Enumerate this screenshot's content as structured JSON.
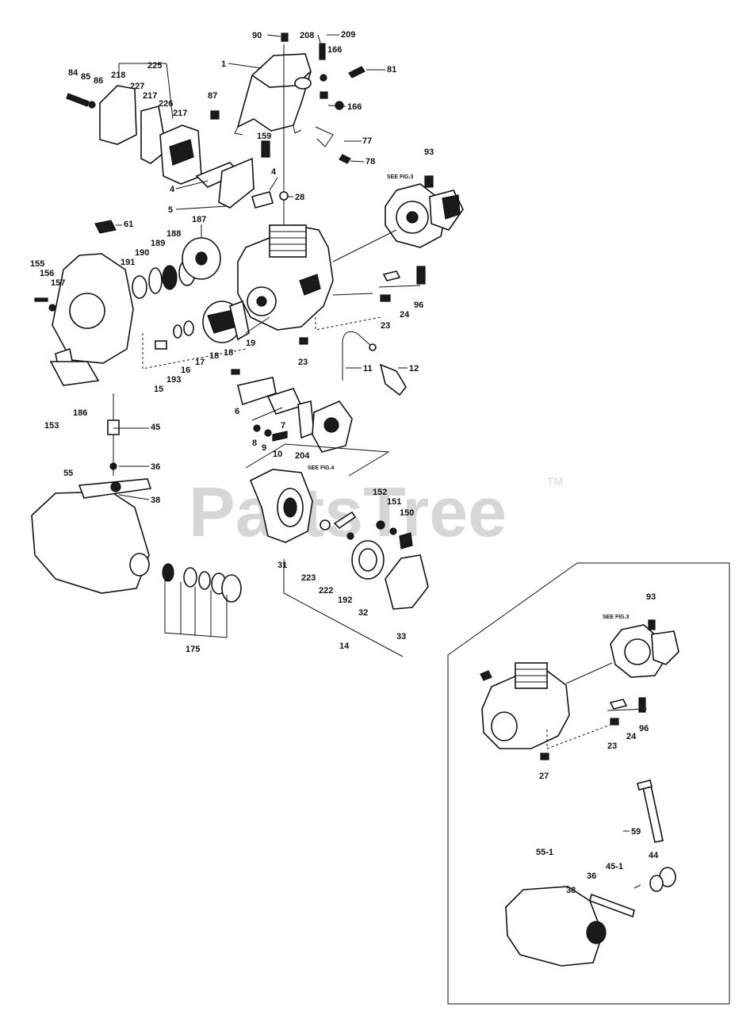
{
  "watermark": {
    "text": "PartsTree",
    "trademark": "TM"
  },
  "notes": {
    "fig3_main": "SEE FIG.3",
    "fig4": "SEE FIG.4",
    "fig3_inset": "SEE FIG.3"
  },
  "callouts": {
    "c90": "90",
    "c208": "208",
    "c209": "209",
    "c166a": "166",
    "c81": "81",
    "c1": "1",
    "c166b": "166",
    "c84": "84",
    "c85": "85",
    "c86": "86",
    "c218": "218",
    "c225": "225",
    "c227": "227",
    "c217a": "217",
    "c226": "226",
    "c217b": "217",
    "c87": "87",
    "c77": "77",
    "c78": "78",
    "c159": "159",
    "c93": "93",
    "c4a": "4",
    "c4b": "4",
    "c28": "28",
    "c5": "5",
    "c187": "187",
    "c61": "61",
    "c188": "188",
    "c189": "189",
    "c190": "190",
    "c191": "191",
    "c155": "155",
    "c156": "156",
    "c157": "157",
    "c96": "96",
    "c24": "24",
    "c23a": "23",
    "c19": "19",
    "c18a": "18",
    "c18b": "18",
    "c17": "17",
    "c16": "16",
    "c193": "193",
    "c15": "15",
    "c23b": "23",
    "c11": "11",
    "c12": "12",
    "c153": "153",
    "c186": "186",
    "c6": "6",
    "c7": "7",
    "c204": "204",
    "c8": "8",
    "c9": "9",
    "c10": "10",
    "c45": "45",
    "c36": "36",
    "c55": "55",
    "c38": "38",
    "c152": "152",
    "c151": "151",
    "c150": "150",
    "c31": "31",
    "c223": "223",
    "c222": "222",
    "c192": "192",
    "c32": "32",
    "c33": "33",
    "c14": "14",
    "c175": "175",
    "i93": "93",
    "i96": "96",
    "i24": "24",
    "i23": "23",
    "i27": "27",
    "i59": "59",
    "i55_1": "55-1",
    "i45_1": "45-1",
    "i44": "44",
    "i36": "36",
    "i38": "38"
  }
}
